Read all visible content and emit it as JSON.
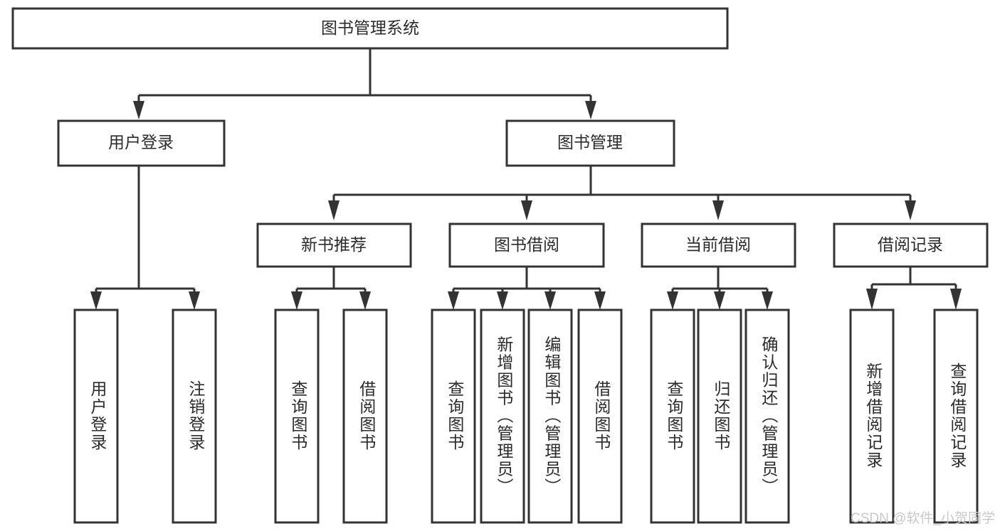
{
  "diagram": {
    "type": "tree-hierarchy-diagram",
    "title": "图书管理系统",
    "colors": {
      "background": "#ffffff",
      "box_border": "#333333",
      "box_fill": "#ffffff",
      "text": "#2b2b2b",
      "connector": "#333333",
      "watermark": "#c9c9c9"
    },
    "levels": [
      {
        "level": 1,
        "nodes": [
          {
            "id": "root",
            "label": "图书管理系统",
            "orientation": "horizontal"
          }
        ]
      },
      {
        "level": 2,
        "nodes": [
          {
            "id": "login",
            "label": "用户登录",
            "orientation": "horizontal",
            "parent": "root"
          },
          {
            "id": "bookmgmt",
            "label": "图书管理",
            "orientation": "horizontal",
            "parent": "root"
          }
        ]
      },
      {
        "level": 3,
        "nodes": [
          {
            "id": "newbook",
            "label": "新书推荐",
            "orientation": "horizontal",
            "parent": "bookmgmt"
          },
          {
            "id": "borrow",
            "label": "图书借阅",
            "orientation": "horizontal",
            "parent": "bookmgmt"
          },
          {
            "id": "current",
            "label": "当前借阅",
            "orientation": "horizontal",
            "parent": "bookmgmt"
          },
          {
            "id": "records",
            "label": "借阅记录",
            "orientation": "horizontal",
            "parent": "bookmgmt"
          }
        ]
      },
      {
        "level": 4,
        "nodes": [
          {
            "id": "leaf-1",
            "label": "用户登录",
            "orientation": "vertical",
            "parent": "login"
          },
          {
            "id": "leaf-2",
            "label": "注销登录",
            "orientation": "vertical",
            "parent": "login"
          },
          {
            "id": "leaf-3",
            "label": "查询图书",
            "orientation": "vertical",
            "parent": "newbook"
          },
          {
            "id": "leaf-4",
            "label": "借阅图书",
            "orientation": "vertical",
            "parent": "newbook"
          },
          {
            "id": "leaf-5",
            "label": "查询图书",
            "orientation": "vertical",
            "parent": "borrow"
          },
          {
            "id": "leaf-6",
            "label": "新增图书（管理员）",
            "orientation": "vertical",
            "parent": "borrow"
          },
          {
            "id": "leaf-7",
            "label": "编辑图书（管理员）",
            "orientation": "vertical",
            "parent": "borrow"
          },
          {
            "id": "leaf-8",
            "label": "借阅图书",
            "orientation": "vertical",
            "parent": "borrow"
          },
          {
            "id": "leaf-9",
            "label": "查询图书",
            "orientation": "vertical",
            "parent": "current"
          },
          {
            "id": "leaf-10",
            "label": "归还图书",
            "orientation": "vertical",
            "parent": "current"
          },
          {
            "id": "leaf-11",
            "label": "确认归还（管理员）",
            "orientation": "vertical",
            "parent": "current"
          },
          {
            "id": "leaf-12",
            "label": "新增借阅记录",
            "orientation": "vertical",
            "parent": "records"
          },
          {
            "id": "leaf-13",
            "label": "查询借阅记录",
            "orientation": "vertical",
            "parent": "records"
          }
        ]
      }
    ]
  },
  "watermark": {
    "text": "CSDN @软件_小贺同学"
  }
}
